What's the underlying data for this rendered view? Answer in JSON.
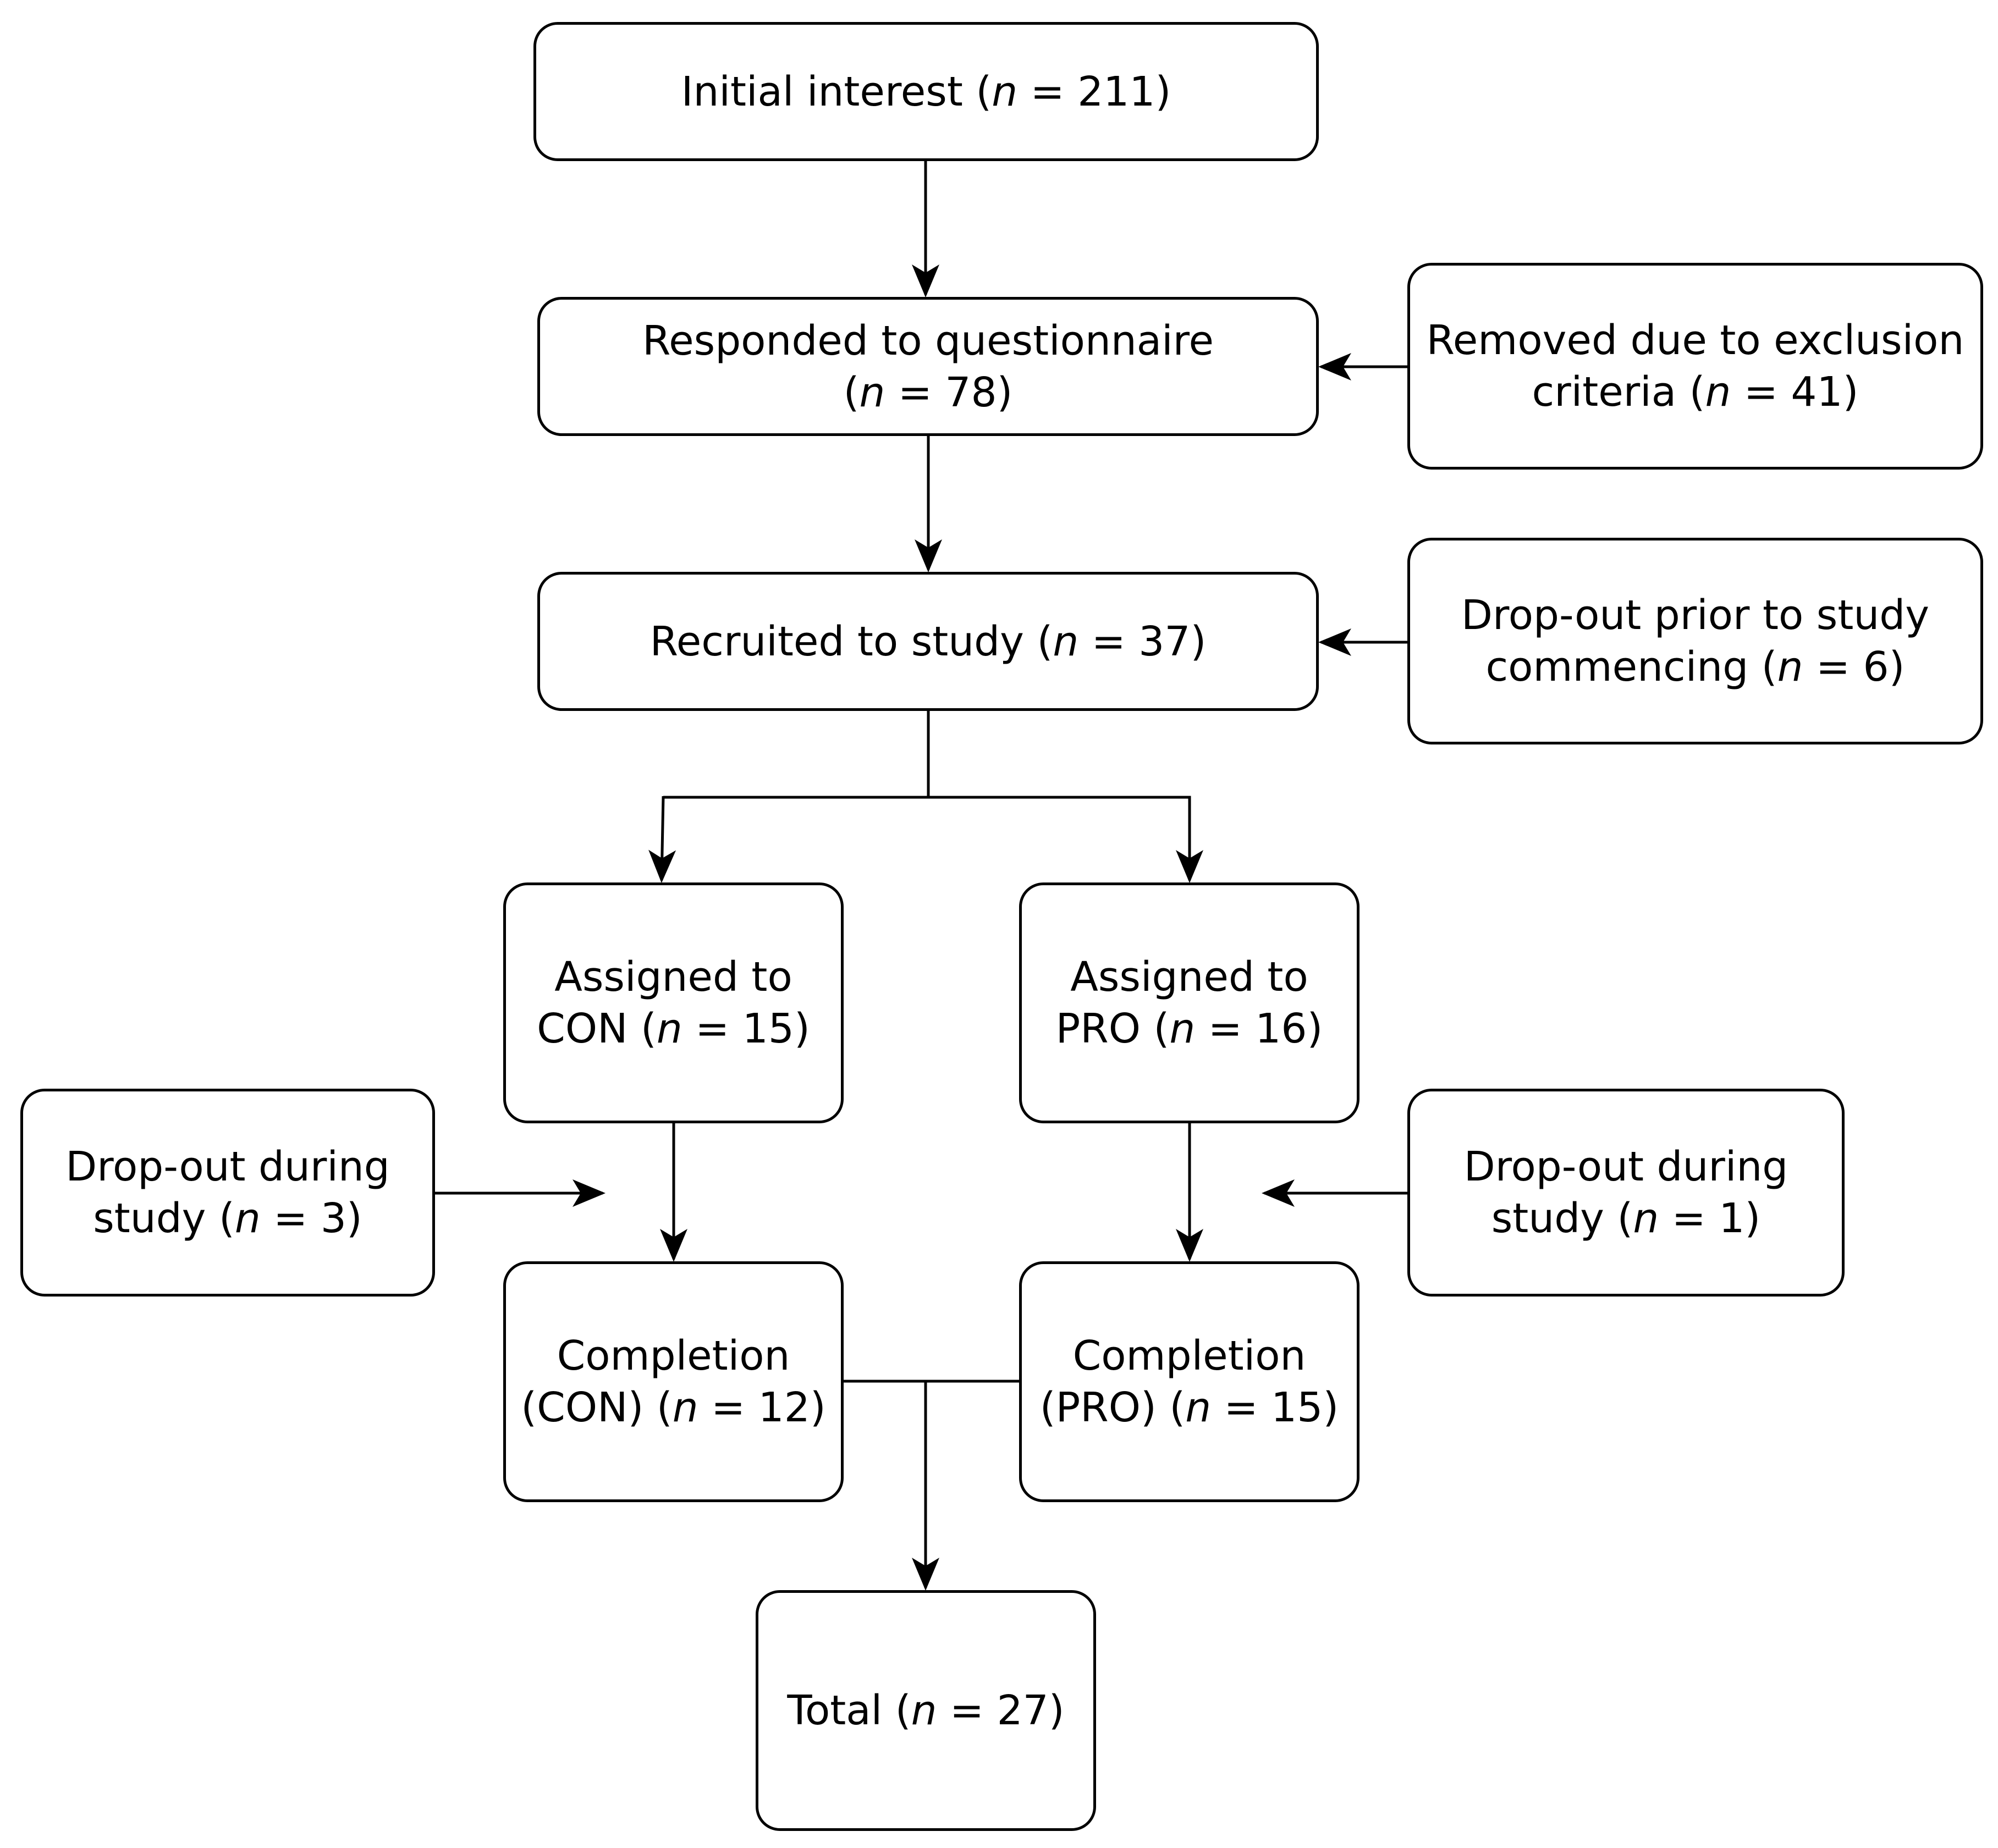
{
  "diagram": {
    "nodes": {
      "initial": {
        "lines": [
          [
            "Initial interest (",
            "n",
            " = 211)"
          ]
        ]
      },
      "responded": {
        "lines": [
          [
            "Responded to questionnaire"
          ],
          [
            "(",
            "n",
            " = 78)"
          ]
        ]
      },
      "removed": {
        "lines": [
          [
            "Removed due to exclusion"
          ],
          [
            "criteria (",
            "n",
            " = 41)"
          ]
        ]
      },
      "recruited": {
        "lines": [
          [
            "Recruited to study (",
            "n",
            " = 37)"
          ]
        ]
      },
      "dropout_prior": {
        "lines": [
          [
            "Drop-out prior to study"
          ],
          [
            "commencing (",
            "n",
            " = 6)"
          ]
        ]
      },
      "assigned_con": {
        "lines": [
          [
            "Assigned to"
          ],
          [
            "CON (",
            "n",
            " = 15)"
          ]
        ]
      },
      "assigned_pro": {
        "lines": [
          [
            "Assigned to"
          ],
          [
            "PRO (",
            "n",
            " = 16)"
          ]
        ]
      },
      "dropout_con": {
        "lines": [
          [
            "Drop-out during"
          ],
          [
            "study (",
            "n",
            " = 3)"
          ]
        ]
      },
      "dropout_pro": {
        "lines": [
          [
            "Drop-out during"
          ],
          [
            "study (",
            "n",
            " = 1)"
          ]
        ]
      },
      "complete_con": {
        "lines": [
          [
            "Completion"
          ],
          [
            "(CON) (",
            "n",
            " = 12)"
          ]
        ]
      },
      "complete_pro": {
        "lines": [
          [
            "Completion"
          ],
          [
            "(PRO) (",
            "n",
            " = 15)"
          ]
        ]
      },
      "total": {
        "lines": [
          [
            "Total (",
            "n",
            " = 27)"
          ]
        ]
      }
    },
    "connections": [
      {
        "from": "initial",
        "to": "responded"
      },
      {
        "from": "removed",
        "to": "responded"
      },
      {
        "from": "responded",
        "to": "recruited"
      },
      {
        "from": "dropout_prior",
        "to": "recruited"
      },
      {
        "from": "recruited",
        "to": "assigned_con"
      },
      {
        "from": "recruited",
        "to": "assigned_pro"
      },
      {
        "from": "assigned_con",
        "to": "complete_con"
      },
      {
        "from": "assigned_pro",
        "to": "complete_pro"
      },
      {
        "from": "dropout_con",
        "to": "assigned_con-complete_con-link"
      },
      {
        "from": "dropout_pro",
        "to": "assigned_pro-complete_pro-link"
      },
      {
        "from": "complete_con",
        "to": "total"
      },
      {
        "from": "complete_pro",
        "to": "total"
      }
    ],
    "colors": {
      "stroke": "#000000",
      "fill": "#ffffff"
    }
  }
}
